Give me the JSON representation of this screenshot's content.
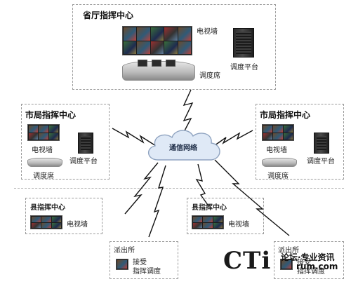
{
  "province": {
    "title": "省厅指挥中心",
    "video_wall": "电视墙",
    "platform": "调度平台",
    "console": "调度席"
  },
  "city_left": {
    "title": "市局指挥中心",
    "video_wall": "电视墙",
    "platform": "调度平台",
    "console": "调度席"
  },
  "city_right": {
    "title": "市局指挥中心",
    "video_wall": "电视墙",
    "platform": "调度平台",
    "console": "调度席"
  },
  "network": {
    "label": "通信网络"
  },
  "county_left": {
    "title": "县指挥中心",
    "video_wall": "电视墙"
  },
  "county_mid": {
    "title": "县指挥中心",
    "video_wall": "电视墙"
  },
  "police_left": {
    "title": "派出所",
    "action_line1": "接受",
    "action_line2": "指挥调度"
  },
  "police_right": {
    "title": "派出所",
    "action_line1": "接受",
    "action_line2": "指挥调度"
  },
  "watermark": {
    "logo": "CTi",
    "line1": "论坛·专业资讯",
    "line2": "rum.com"
  },
  "colors": {
    "cloud_fill": "#dfe9f6",
    "cloud_stroke": "#8fa3c0",
    "bolt": "#111111",
    "border": "#9a9a9a"
  },
  "icons": [
    "video-wall-icon",
    "server-rack-icon",
    "console-desk-icon",
    "cloud-icon",
    "lightning-link-icon"
  ]
}
